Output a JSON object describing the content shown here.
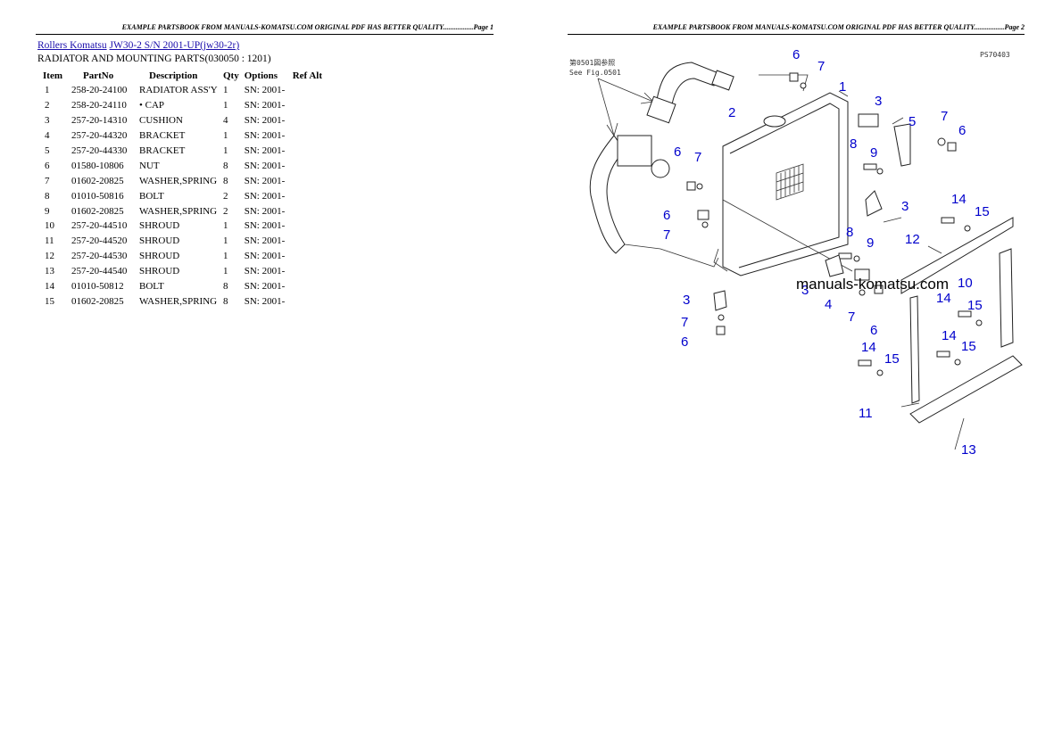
{
  "page_headers": {
    "left": "EXAMPLE PARTSBOOK FROM MANUALS-KOMATSU.COM ORIGINAL PDF HAS BETTER QUALITY.................Page 1",
    "right": "EXAMPLE PARTSBOOK FROM MANUALS-KOMATSU.COM ORIGINAL PDF HAS BETTER QUALITY.................Page 2"
  },
  "breadcrumb": {
    "link1": "Rollers Komatsu",
    "link2": "JW30-2 S/N 2001-UP(jw30-2r)"
  },
  "section_title": "RADIATOR AND MOUNTING PARTS(030050 : 1201)",
  "table": {
    "headers": [
      "Item",
      "PartNo",
      "Description",
      "Qty",
      "Options",
      "Ref Alt"
    ],
    "rows": [
      {
        "item": "1",
        "partno": "258-20-24100",
        "desc": "RADIATOR ASS'Y",
        "qty": "1",
        "opt": "SN: 2001-"
      },
      {
        "item": "2",
        "partno": "258-20-24110",
        "desc": "• CAP",
        "qty": "1",
        "opt": "SN: 2001-"
      },
      {
        "item": "3",
        "partno": "257-20-14310",
        "desc": "CUSHION",
        "qty": "4",
        "opt": "SN: 2001-"
      },
      {
        "item": "4",
        "partno": "257-20-44320",
        "desc": "BRACKET",
        "qty": "1",
        "opt": "SN: 2001-"
      },
      {
        "item": "5",
        "partno": "257-20-44330",
        "desc": "BRACKET",
        "qty": "1",
        "opt": "SN: 2001-"
      },
      {
        "item": "6",
        "partno": "01580-10806",
        "desc": "NUT",
        "qty": "8",
        "opt": "SN: 2001-"
      },
      {
        "item": "7",
        "partno": "01602-20825",
        "desc": "WASHER,SPRING",
        "qty": "8",
        "opt": "SN: 2001-"
      },
      {
        "item": "8",
        "partno": "01010-50816",
        "desc": "BOLT",
        "qty": "2",
        "opt": "SN: 2001-"
      },
      {
        "item": "9",
        "partno": "01602-20825",
        "desc": "WASHER,SPRING",
        "qty": "2",
        "opt": "SN: 2001-"
      },
      {
        "item": "10",
        "partno": "257-20-44510",
        "desc": "SHROUD",
        "qty": "1",
        "opt": "SN: 2001-"
      },
      {
        "item": "11",
        "partno": "257-20-44520",
        "desc": "SHROUD",
        "qty": "1",
        "opt": "SN: 2001-"
      },
      {
        "item": "12",
        "partno": "257-20-44530",
        "desc": "SHROUD",
        "qty": "1",
        "opt": "SN: 2001-"
      },
      {
        "item": "13",
        "partno": "257-20-44540",
        "desc": "SHROUD",
        "qty": "1",
        "opt": "SN: 2001-"
      },
      {
        "item": "14",
        "partno": "01010-50812",
        "desc": "BOLT",
        "qty": "8",
        "opt": "SN: 2001-"
      },
      {
        "item": "15",
        "partno": "01602-20825",
        "desc": "WASHER,SPRING",
        "qty": "8",
        "opt": "SN: 2001-"
      }
    ]
  },
  "diagram": {
    "code": "PS70403",
    "ref_jp": "第0501図参照",
    "ref_en": "See Fig.0501",
    "watermark": "manuals-komatsu.com",
    "callouts": {
      "c1": "1",
      "c2": "2",
      "c3a": "3",
      "c3b": "3",
      "c3c": "3",
      "c3d": "3",
      "c4": "4",
      "c5": "5",
      "c6a": "6",
      "c6b": "6",
      "c6c": "6",
      "c6d": "6",
      "c6e": "6",
      "c6f": "6",
      "c7a": "7",
      "c7b": "7",
      "c7c": "7",
      "c7d": "7",
      "c7e": "7",
      "c7f": "7",
      "c8a": "8",
      "c8b": "8",
      "c9a": "9",
      "c9b": "9",
      "c10": "10",
      "c11": "11",
      "c12": "12",
      "c13": "13",
      "c14a": "14",
      "c14b": "14",
      "c14c": "14",
      "c14d": "14",
      "c15a": "15",
      "c15b": "15",
      "c15c": "15",
      "c15d": "15"
    }
  }
}
